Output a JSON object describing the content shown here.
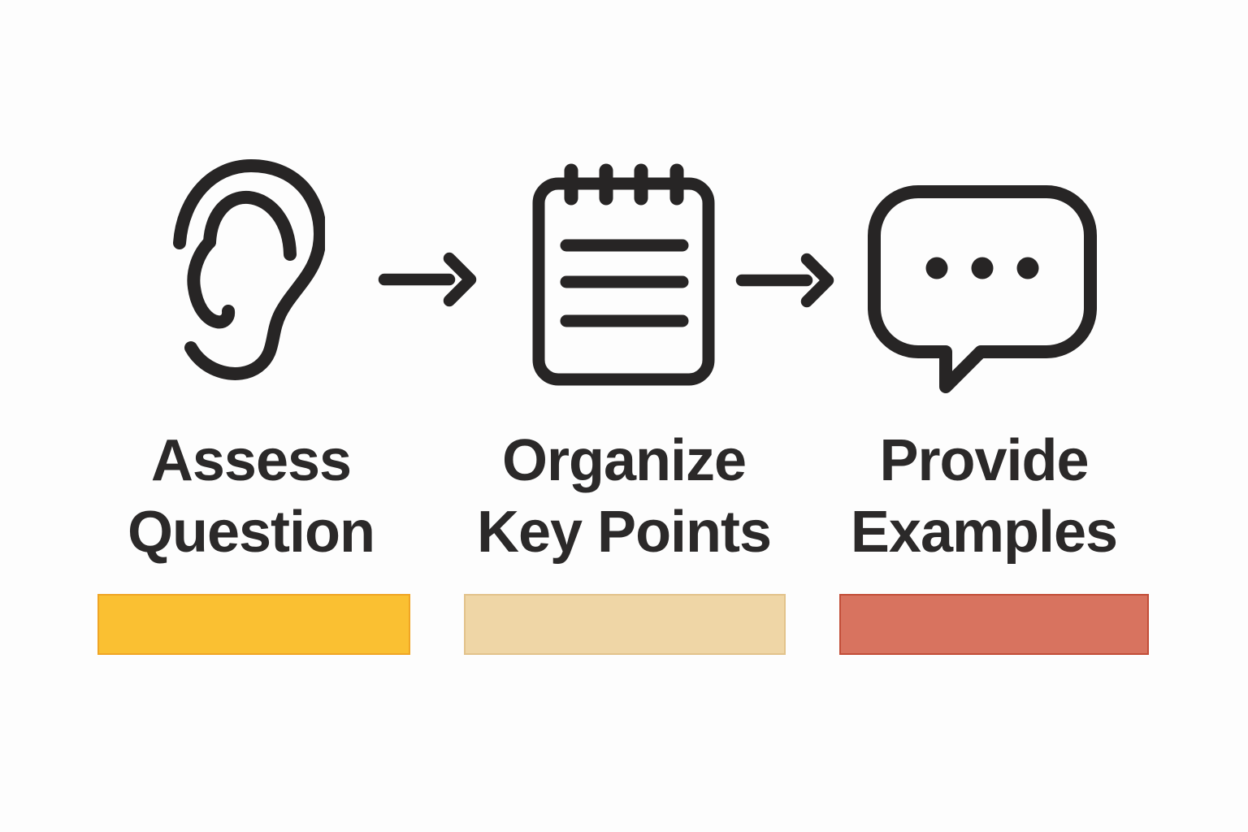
{
  "background": "#fdfdfd",
  "icon_stroke": "#272525",
  "text_color": "#2b2929",
  "steps": [
    {
      "id": "assess-question",
      "icon": "ear-icon",
      "line1": "Assess",
      "line2": "Question",
      "bar": {
        "fill": "#FAC032",
        "border": "#F0A524"
      }
    },
    {
      "id": "organize-key-points",
      "icon": "notepad-icon",
      "line1": "Organize",
      "line2": "Key Points",
      "bar": {
        "fill": "#EFD6A6",
        "border": "#E2C38B"
      }
    },
    {
      "id": "provide-examples",
      "icon": "speech-bubble-icon",
      "line1": "Provide",
      "line2": "Examples",
      "bar": {
        "fill": "#D8735F",
        "border": "#C24E38"
      }
    }
  ],
  "connectors": [
    {
      "icon": "arrow-right-icon"
    },
    {
      "icon": "arrow-right-icon"
    }
  ]
}
